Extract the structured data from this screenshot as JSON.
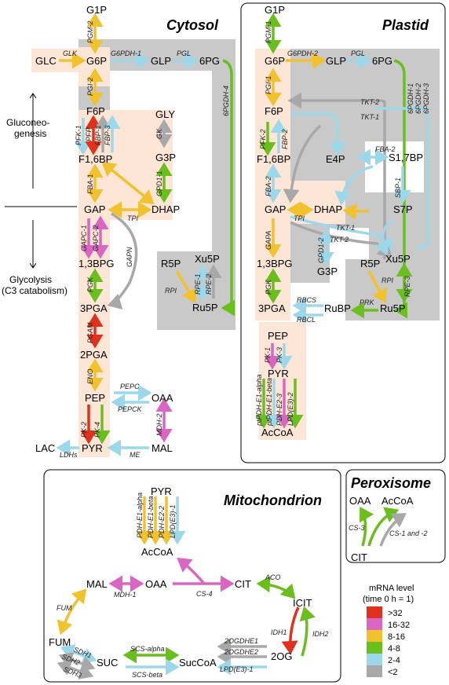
{
  "compartments": {
    "cytosol": "Cytosol",
    "plastid": "Plastid",
    "mitochondrion": "Mitochondrion",
    "peroxisome": "Peroxisome"
  },
  "side_notes": {
    "gluconeogenesis_1": "Gluconeo-",
    "gluconeogenesis_2": "genesis",
    "glycolysis_1": "Glycolysis",
    "glycolysis_2": "(C3 catabolism)"
  },
  "cytosol_metabolites": {
    "g1p": "G1P",
    "glc": "GLC",
    "g6p": "G6P",
    "glp": "GLP",
    "pg6": "6PG",
    "f6p": "F6P",
    "gly": "GLY",
    "f16bp": "F1,6BP",
    "g3p": "G3P",
    "gap": "GAP",
    "dhap": "DHAP",
    "bpg13": "1,3BPG",
    "r5p": "R5P",
    "xu5p": "Xu5P",
    "ru5p": "Ru5P",
    "pga3": "3PGA",
    "pga2": "2PGA",
    "pep": "PEP",
    "oaa": "OAA",
    "lac": "LAC",
    "pyr": "PYR",
    "mal": "MAL"
  },
  "cytosol_enzymes": {
    "pgm2": "PGM-2",
    "glk": "GLK",
    "g6pdh1": "G6PDH-1",
    "pgl": "PGL",
    "g6pgdh4": "6PGDH-4",
    "pgi2": "PGI-2",
    "pfk1": "PFK-1",
    "pfp": "PFP",
    "fbp1": "FBP-1",
    "fbp3": "FBP-3",
    "gk": "GK",
    "fba1": "FBA-1",
    "gpd11": "GPD1-1",
    "tpi": "TPI",
    "gapc1": "GAPC-1",
    "gapc2": "GAPC-2",
    "gapn": "GAPN",
    "rpi": "RPI",
    "rpe1": "RPE-1",
    "rpe2": "RPE-2",
    "pgk": "PGK",
    "pgam": "PGAM",
    "eno": "ENO",
    "pepc": "PEPC",
    "pepck": "PEPCK",
    "pk2": "PK-2",
    "pk4": "PK-4",
    "mdh2": "MDH-2",
    "ldhs": "LDHs",
    "me": "ME"
  },
  "plastid_metabolites": {
    "g1p": "G1P",
    "g6p": "G6P",
    "glp": "GLP",
    "pg6": "6PG",
    "f6p": "F6P",
    "f16bp": "F1,6BP",
    "e4p": "E4P",
    "s17bp": "S1,7BP",
    "gap": "GAP",
    "dhap": "DHAP",
    "s7p": "S7P",
    "bpg13": "1,3BPG",
    "xu5p": "Xu5P",
    "g3p": "G3P",
    "r5p": "R5P",
    "pga3": "3PGA",
    "rubp": "RuBP",
    "ru5p": "Ru5P",
    "pep": "PEP",
    "pyr": "PYR",
    "accoa": "AcCoA"
  },
  "plastid_enzymes": {
    "pgm1": "PGM-1",
    "g6pdh2": "G6PDH-2",
    "pgl": "PGL",
    "g6pgdh1": "6PGDH-1",
    "g6pgdh2": "6PGDH-2",
    "g6pgdh3": "6PGDH-3",
    "pgi1": "PGI-1",
    "tkt2a": "TKT-2",
    "tkt1a": "TKT-1",
    "pfk2": "PFK-2",
    "fbp2": "FBP-2",
    "fba2s17": "FBA-2",
    "sbp1": "SBP-1",
    "fba2": "FBA-2",
    "tpi": "TPI",
    "tkt1b": "TKT-1",
    "tkt2b": "TKT-2",
    "gapa": "GAPA",
    "gpd12": "GPD1-2",
    "rpi": "RPI",
    "rpe3": "RPE-3",
    "pgk": "PGK",
    "rbcs": "RBCS",
    "rbcl": "RBCL",
    "prk": "PRK",
    "pk1": "PK-1",
    "pk3": "PK-3",
    "ptpdhe1a": "ptPDH-E1-alpha",
    "ptpdhe1b": "ptPDH-E1-beta",
    "pdhe23": "PDH-E2-3",
    "lpde32": "LPD(E3)-2"
  },
  "mito_metabolites": {
    "pyr": "PYR",
    "accoa": "AcCoA",
    "mal": "MAL",
    "oaa": "OAA",
    "cit": "CIT",
    "icit": "ICIT",
    "fum": "FUM",
    "suc": "SUC",
    "succoa": "SucCoA",
    "og2": "2OG"
  },
  "mito_enzymes": {
    "pdhe1a": "PDH-E1-alpha",
    "pdhe1b": "PDH-E1-beta",
    "pdhe22": "PDH-E2-2",
    "lpde31a": "LPD(E3)-1",
    "fum": "FUM",
    "mdh1": "MDH-1",
    "cs4": "CS-4",
    "aco": "ACO",
    "idh1": "IDH1",
    "idh2": "IDH2",
    "sdh1": "SDH1",
    "sdh2": "SDH2",
    "sdh3": "SDH3",
    "scsalpha": "SCS-alpha",
    "scsbeta": "SCS-beta",
    "og2dhe1": "2OGDHE1",
    "og2dhe2": "2OGDHE2",
    "lpde31b": "LPD(E3)-1"
  },
  "perox_metabolites": {
    "oaa": "OAA",
    "accoa": "AcCoA",
    "cit": "CIT"
  },
  "perox_enzymes": {
    "cs3": "CS-3",
    "cs12": "CS-1 and -2"
  },
  "legend": {
    "title1": "mRNA level",
    "title2": "(time 0 h = 1)",
    "items": [
      {
        "label": ">32",
        "color": "#e0301e"
      },
      {
        "label": "16-32",
        "color": "#d966c2"
      },
      {
        "label": "8-16",
        "color": "#f2c12e"
      },
      {
        "label": "4-8",
        "color": "#6abf1f"
      },
      {
        "label": "2-4",
        "color": "#9dd8ea"
      },
      {
        "label": "<2",
        "color": "#a8a8a8"
      }
    ]
  },
  "colors": {
    "red": "#e0301e",
    "pink": "#d966c2",
    "yellow": "#f2c12e",
    "green": "#6abf1f",
    "blue": "#9dd8ea",
    "gray": "#a8a8a8",
    "peach": "#fde6d6",
    "graybg": "#c9c9c9"
  }
}
